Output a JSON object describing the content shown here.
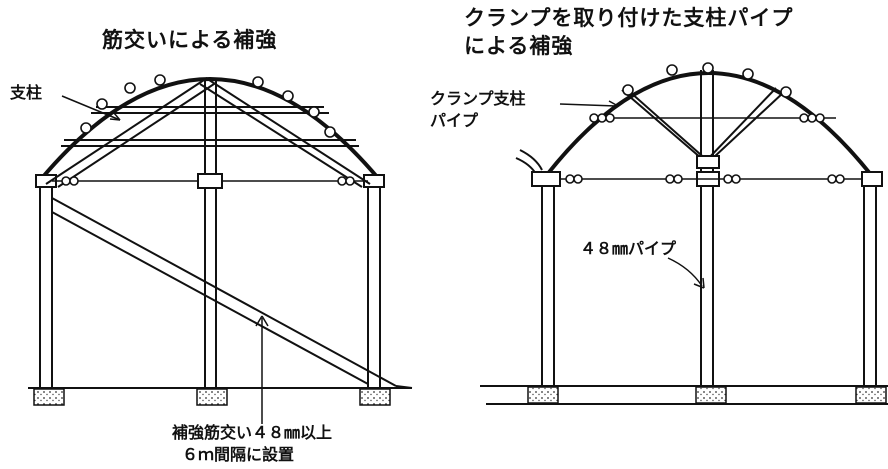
{
  "left_diagram": {
    "title": "筋交いによる補強",
    "post_label": "支柱",
    "brace_note_line1": "補強筋交い４８㎜以上",
    "brace_note_line2": "６ｍ間隔に設置"
  },
  "right_diagram": {
    "title_line1": "クランプを取り付けた支柱パイプ",
    "title_line2": "による補強",
    "clamp_label_line1": "クランプ支柱",
    "clamp_label_line2": "パイプ",
    "pipe_label": "４８㎜パイプ"
  }
}
